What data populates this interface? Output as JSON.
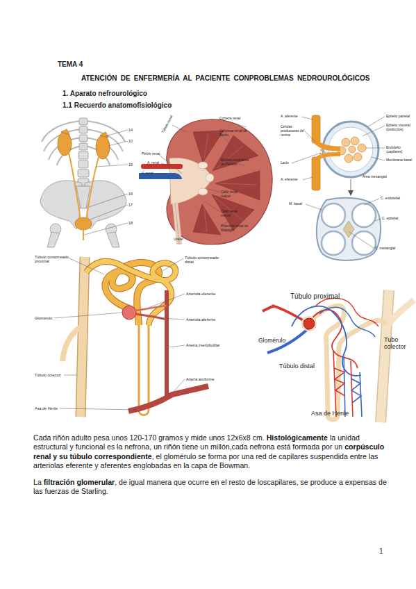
{
  "diagram": {
    "title": "ATENCIÓN DE ENFERMERÍA AL PACIENTE CONPROBLEMAS NEDROUROLÓGICOS",
    "labels": [
      "TEMA 4",
      "1. Aparato nefrourológico",
      "1.1 Recuerdo anatomofisiológico",
      "14",
      "10",
      "15",
      "16",
      "17",
      "18",
      "Túbulo renal",
      "Corteza renal",
      "Columna renal de Bertin",
      "Pelvis renal",
      "A. renal",
      "V. renal",
      "Radios medulares de Ferrein",
      "Cáliz renal mayor",
      "Cáliz renal menor",
      "Pirámide renal de Malpighi",
      "Uréter",
      "A. aferente",
      "Epitelio parietal",
      "Células productoras de renina",
      "Epitelio visceral (podocitos)",
      "Endotelio (capilares)",
      "Membrana basal",
      "Lacis",
      "Área mesangial",
      "A. eferente",
      "C. endotelial",
      "M. basal",
      "C. epitelial",
      "C. mesangial",
      "Túbulo contorneado proximal",
      "Túbulo contorneado distal",
      "Arteriola eferente",
      "Glomérulo",
      "Arteriola aferente",
      "Arteria interlobulillar",
      "Túbulo colector",
      "Arteria arciforme",
      "Asa de Henle",
      "Túbulo proximal",
      "Glomérulo",
      "Túbulo distal",
      "Tubo colector",
      "Asa de Henle",
      "Cada riñón adulto pesa unos 120-170 gramos y mide unos 12x6x8 cm.",
      "Histológicamente",
      "la unidad estructural y funcional es la nefrona, un riñón tiene un millón,cada nefrona está formada por un",
      "corpúsculo renal y su túbulo correspondiente",
      ", el glomérulo se forma por una red de capilares suspendida entre las arteriolas eferente y aferentes englobadas en la capa de Bowman.",
      "La",
      "filtración glomerular",
      ", de igual manera que ocurre en el resto de loscapilares, se produce a expensas de las fuerzas de Starling.",
      "1"
    ]
  }
}
